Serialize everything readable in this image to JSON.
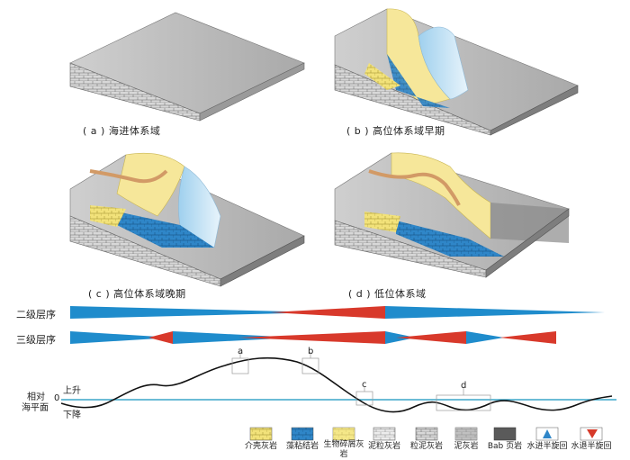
{
  "panels": [
    {
      "caption": "( a ) 海进体系域"
    },
    {
      "caption": "( b ) 高位体系域早期"
    },
    {
      "caption": "( c ) 高位体系域晚期"
    },
    {
      "caption": "( d ) 低位体系域"
    }
  ],
  "sequence_rows": {
    "second_order": "二级层序",
    "third_order": "三级层序"
  },
  "curve": {
    "ylabel_line1": "相对",
    "ylabel_line2": "海平面",
    "zero": "0",
    "rise": "上升",
    "fall": "下降",
    "markers": [
      "a",
      "b",
      "c",
      "d"
    ]
  },
  "legend": [
    {
      "label": "介壳灰岩",
      "color": "#f2e27a"
    },
    {
      "label": "藻粘结岩",
      "color": "#2f86c8"
    },
    {
      "label": "生物碎屑灰岩",
      "color": "#f7ec9a"
    },
    {
      "label": "泥粒灰岩",
      "color": "#eeeeda"
    },
    {
      "label": "粒泥灰岩",
      "color": "#cfcfcf"
    },
    {
      "label": "泥灰岩",
      "color": "#a8a8a8"
    },
    {
      "label": "Bab 页岩",
      "color": "#5a5a5a"
    },
    {
      "label": "水进半旋回",
      "color": "#2f86c8"
    },
    {
      "label": "水退半旋回",
      "color": "#d63a2a"
    }
  ],
  "colors": {
    "transgressive": "#1f8ccc",
    "regressive": "#d8392b",
    "sea_level": "#3aa6c9"
  }
}
